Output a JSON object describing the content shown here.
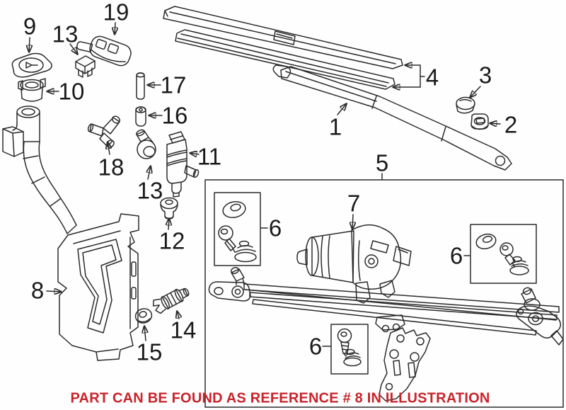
{
  "diagram": {
    "type": "exploded-parts-diagram",
    "colors": {
      "line": "#2b2b2b",
      "label": "#1a1a1a",
      "caption_red": "#c8232a",
      "background": "#ffffff"
    },
    "caption": {
      "text": "PART CAN BE FOUND AS REFERENCE # 8 IN ILLUSTRATION"
    },
    "callouts": {
      "part1": {
        "label": "1"
      },
      "part2": {
        "label": "2"
      },
      "part3": {
        "label": "3"
      },
      "part4": {
        "label": "4"
      },
      "part5": {
        "label": "5"
      },
      "part6a": {
        "label": "6"
      },
      "part6b": {
        "label": "6"
      },
      "part6c": {
        "label": "6"
      },
      "part7": {
        "label": "7"
      },
      "part8": {
        "label": "8"
      },
      "part9": {
        "label": "9"
      },
      "part10": {
        "label": "10"
      },
      "part11": {
        "label": "11"
      },
      "part12": {
        "label": "12"
      },
      "part13a": {
        "label": "13"
      },
      "part13b": {
        "label": "13"
      },
      "part14": {
        "label": "14"
      },
      "part15": {
        "label": "15"
      },
      "part16": {
        "label": "16"
      },
      "part17": {
        "label": "17"
      },
      "part18": {
        "label": "18"
      },
      "part19": {
        "label": "19"
      }
    }
  }
}
